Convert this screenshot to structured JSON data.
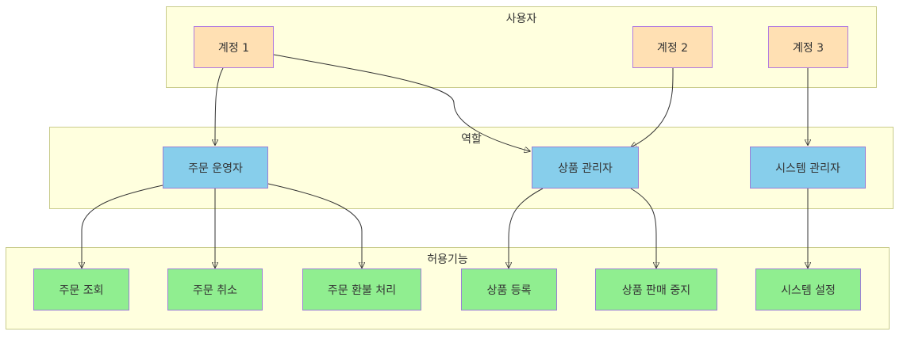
{
  "groups": {
    "users": {
      "title": "사용자"
    },
    "roles": {
      "title": "역할"
    },
    "permissions": {
      "title": "허용기능"
    }
  },
  "users": {
    "account1": "계정 1",
    "account2": "계정 2",
    "account3": "계정 3"
  },
  "roles": {
    "order_operator": "주문 운영자",
    "product_manager": "상품 관리자",
    "system_admin": "시스템 관리자"
  },
  "permissions": {
    "order_view": "주문 조회",
    "order_cancel": "주문 취소",
    "order_refund": "주문 환불 처리",
    "product_register": "상품 등록",
    "product_suspend": "상품 판매 중지",
    "system_settings": "시스템 설정"
  },
  "colors": {
    "user_node": "#ffe0b3",
    "role_node": "#87ceeb",
    "permission_node": "#90ee90",
    "group_background": "#ffffde",
    "group_border": "#c9cc8c"
  },
  "edges": [
    {
      "from": "users.account1",
      "to": "roles.order_operator"
    },
    {
      "from": "users.account1",
      "to": "roles.product_manager"
    },
    {
      "from": "users.account2",
      "to": "roles.product_manager"
    },
    {
      "from": "users.account3",
      "to": "roles.system_admin"
    },
    {
      "from": "roles.order_operator",
      "to": "permissions.order_view"
    },
    {
      "from": "roles.order_operator",
      "to": "permissions.order_cancel"
    },
    {
      "from": "roles.order_operator",
      "to": "permissions.order_refund"
    },
    {
      "from": "roles.product_manager",
      "to": "permissions.product_register"
    },
    {
      "from": "roles.product_manager",
      "to": "permissions.product_suspend"
    },
    {
      "from": "roles.system_admin",
      "to": "permissions.system_settings"
    }
  ]
}
